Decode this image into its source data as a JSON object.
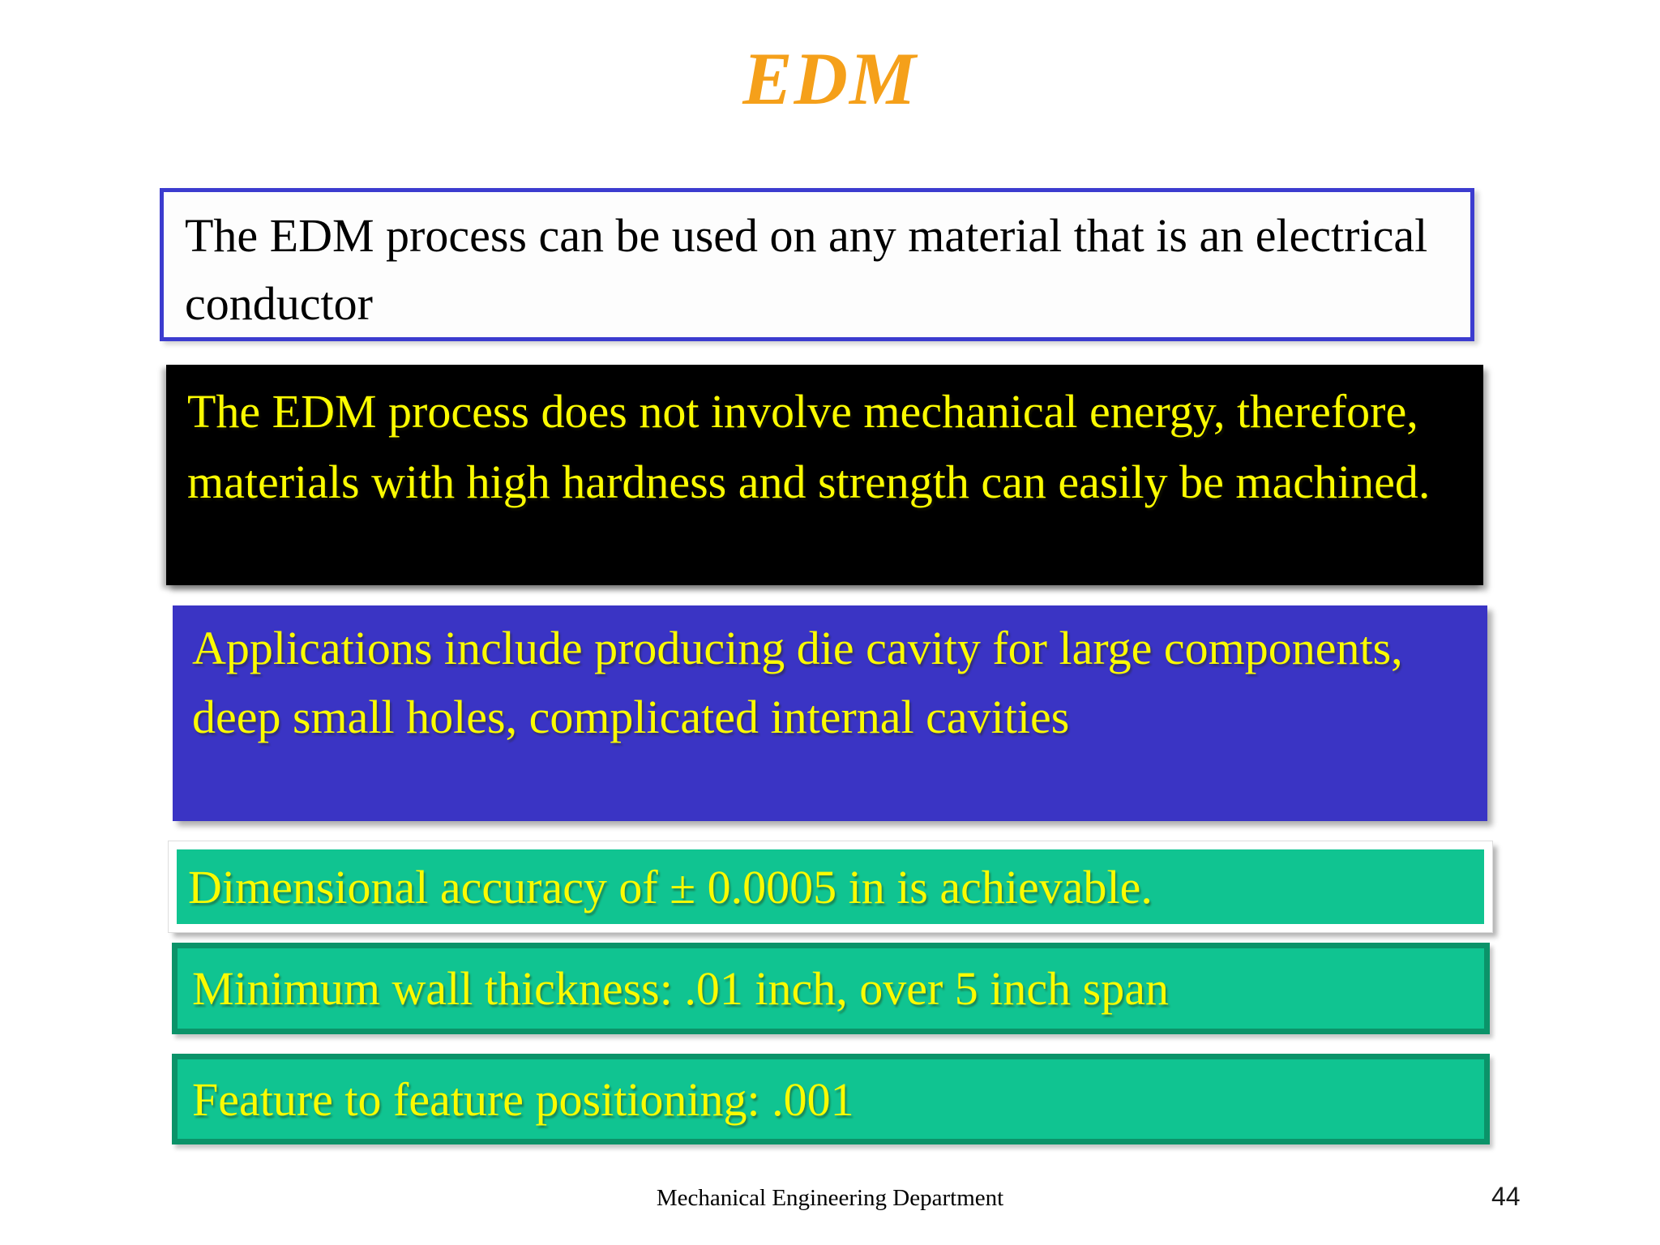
{
  "title": "EDM",
  "boxes": {
    "conductor": "The EDM process can be used on any material that is an electrical conductor",
    "hardness": "The EDM process does not involve mechanical energy, therefore, materials with high hardness and strength can easily be machined.",
    "applications": "Applications include producing die cavity for large components, deep small holes, complicated internal cavities",
    "accuracy": "Dimensional accuracy of ± 0.0005 in is achievable.",
    "wall_thickness": "Minimum wall thickness: .01 inch, over 5 inch span",
    "positioning": "Feature to feature positioning: .001"
  },
  "footer": {
    "department": "Mechanical Engineering Department",
    "page_number": "44"
  },
  "colors": {
    "title_orange": "#F5A01A",
    "conductor_border_blue": "#3C3CCF",
    "applications_bg_blue": "#3A34C4",
    "green_bg": "#10C491",
    "green_border_dark": "#0B9369",
    "black_bg": "#000000",
    "text_yellow": "#FBFB00"
  }
}
